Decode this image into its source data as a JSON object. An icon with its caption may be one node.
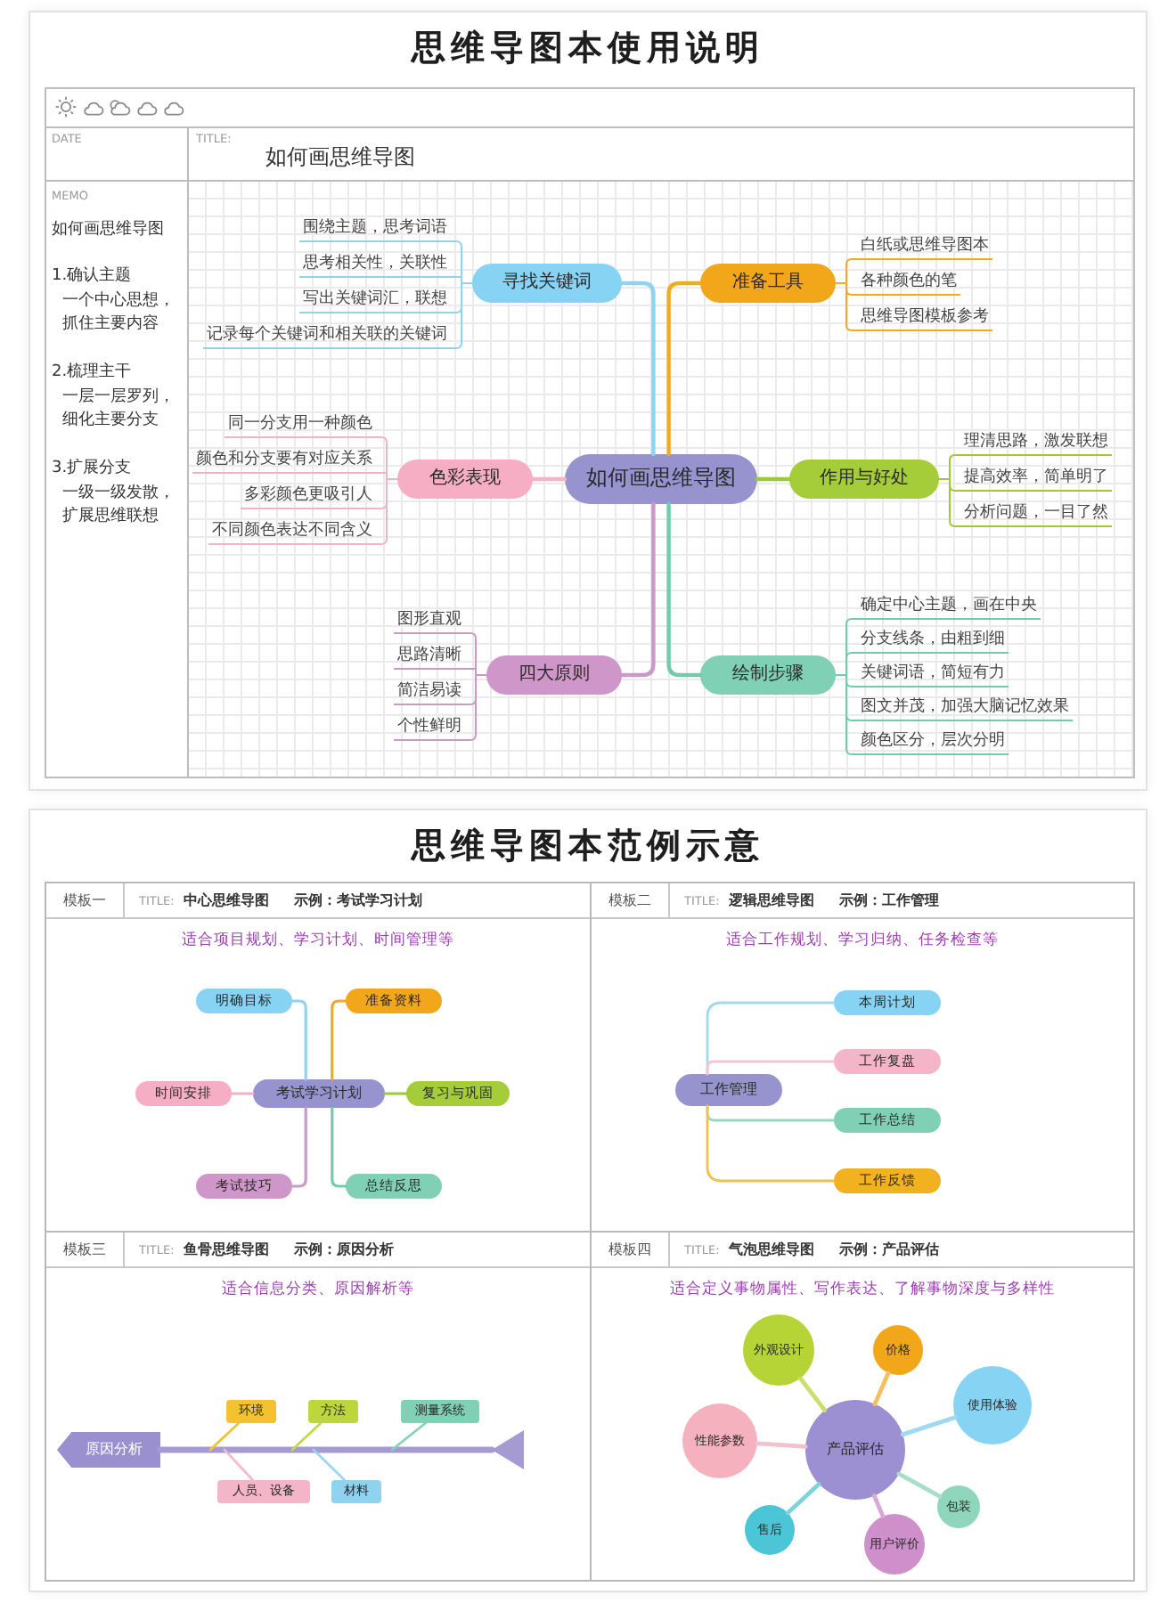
{
  "diagram": {
    "nodes": [
      {
        "text": [
          "思维导图本使用说明"
        ]
      },
      {
        "text": [
          "如何画思维导图"
        ],
        "in": 0
      },
      {
        "text": [
          "寻找关键词"
        ],
        "in": 0
      },
      {
        "text": [
          "围绕主题，思考词语"
        ],
        "in": 0
      },
      {
        "text": [
          "思考相关性，关联性"
        ],
        "in": 0
      },
      {
        "text": [
          "写出关键词汇，联想"
        ],
        "in": 0
      },
      {
        "text": [
          "记录每个关键词和相关联的关键词"
        ],
        "in": 0
      },
      {
        "text": [
          "准备工具"
        ],
        "in": 0
      },
      {
        "text": [
          "白纸或思维导图本"
        ],
        "in": 0
      },
      {
        "text": [
          "各种颜色的笔"
        ],
        "in": 0
      },
      {
        "text": [
          "思维导图模板参考"
        ],
        "in": 0
      },
      {
        "text": [
          "色彩表现"
        ],
        "in": 0
      },
      {
        "text": [
          "同一分支用一种颜色"
        ],
        "in": 0
      },
      {
        "text": [
          "颜色和分支要有对应关系"
        ],
        "in": 0
      },
      {
        "text": [
          "多彩颜色更吸引人"
        ],
        "in": 0
      },
      {
        "text": [
          "不同颜色表达不同含义"
        ],
        "in": 0
      },
      {
        "text": [
          "作用与好处"
        ],
        "in": 0
      },
      {
        "text": [
          "理清思路，激发联想"
        ],
        "in": 0
      },
      {
        "text": [
          "提高效率，简单明了"
        ],
        "in": 0
      },
      {
        "text": [
          "分析问题，一目了然"
        ],
        "in": 0
      },
      {
        "text": [
          "四大原则"
        ],
        "in": 0
      },
      {
        "text": [
          "图形直观"
        ],
        "in": 0
      },
      {
        "text": [
          "思路清晰"
        ],
        "in": 0
      },
      {
        "text": [
          "简洁易读"
        ],
        "in": 0
      },
      {
        "text": [
          "个性鲜明"
        ],
        "in": 0
      },
      {
        "text": [
          "绘制步骤"
        ],
        "in": 0
      },
      {
        "text": [
          "确定中心主题，画在中央"
        ],
        "in": 0
      },
      {
        "text": [
          "分支线条，由粗到细"
        ],
        "in": 0
      },
      {
        "text": [
          "关键词语，简短有力"
        ],
        "in": 0
      },
      {
        "text": [
          "图文并茂，加强大脑记忆效果"
        ],
        "in": 0
      },
      {
        "text": [
          "颜色区分，层次分明"
        ],
        "in": 0
      },
      {
        "text": [
          "思维导图本范例示意"
        ]
      },
      {
        "text": [
          "模板一",
          "TITLE:",
          "中心思维导图",
          "示例：考试学习计划",
          "适合项目规划、学习计划、时间管理等"
        ],
        "in": 31
      },
      {
        "text": [
          "考试学习计划"
        ],
        "in": 32
      },
      {
        "text": [
          "明确目标"
        ],
        "in": 32
      },
      {
        "text": [
          "准备资料"
        ],
        "in": 32
      },
      {
        "text": [
          "时间安排"
        ],
        "in": 32
      },
      {
        "text": [
          "复习与巩固"
        ],
        "in": 32
      },
      {
        "text": [
          "考试技巧"
        ],
        "in": 32
      },
      {
        "text": [
          "总结反思"
        ],
        "in": 32
      },
      {
        "text": [
          "模板二",
          "TITLE:",
          "逻辑思维导图",
          "示例：工作管理",
          "适合工作规划、学习归纳、任务检查等"
        ],
        "in": 31
      },
      {
        "text": [
          "工作管理"
        ],
        "in": 40
      },
      {
        "text": [
          "本周计划"
        ],
        "in": 40
      },
      {
        "text": [
          "工作复盘"
        ],
        "in": 40
      },
      {
        "text": [
          "工作总结"
        ],
        "in": 40
      },
      {
        "text": [
          "工作反馈"
        ],
        "in": 40
      },
      {
        "text": [
          "模板三",
          "TITLE:",
          "鱼骨思维导图",
          "示例：原因分析",
          "适合信息分类、原因解析等"
        ],
        "in": 31
      },
      {
        "text": [
          "原因分析"
        ],
        "in": 46
      },
      {
        "text": [],
        "shape": "triangle",
        "in": 46
      },
      {
        "text": [
          "环境"
        ],
        "in": 46
      },
      {
        "text": [
          "方法"
        ],
        "in": 46
      },
      {
        "text": [
          "测量系统"
        ],
        "in": 46
      },
      {
        "text": [
          "人员、设备"
        ],
        "in": 46
      },
      {
        "text": [
          "材料"
        ],
        "in": 46
      },
      {
        "text": [
          "模板四",
          "TITLE:",
          "气泡思维导图",
          "示例：产品评估",
          "适合定义事物属性、写作表达、了解事物深度与多样性"
        ],
        "in": 31
      },
      {
        "text": [
          "产品评估"
        ],
        "in": 54
      },
      {
        "text": [
          "外观设计"
        ],
        "in": 54
      },
      {
        "text": [
          "价格"
        ],
        "in": 54
      },
      {
        "text": [
          "使用体验"
        ],
        "in": 54
      },
      {
        "text": [
          "性能参数"
        ],
        "in": 54
      },
      {
        "text": [
          "包装"
        ],
        "in": 54
      },
      {
        "text": [
          "售后"
        ],
        "in": 54
      },
      {
        "text": [
          "用户评价"
        ],
        "in": 54
      }
    ],
    "edges": [
      {
        "from": 1,
        "to": 2,
        "arrow": "none",
        "color": "#8fd3f0"
      },
      {
        "from": 2,
        "to": 3,
        "arrow": "none",
        "color": "#8fd3f0"
      },
      {
        "from": 2,
        "to": 4,
        "arrow": "none",
        "color": "#8fd3f0"
      },
      {
        "from": 2,
        "to": 5,
        "arrow": "none",
        "color": "#8fd3f0"
      },
      {
        "from": 2,
        "to": 6,
        "arrow": "none",
        "color": "#8fd3f0"
      },
      {
        "from": 1,
        "to": 7,
        "arrow": "none",
        "color": "#efac22"
      },
      {
        "from": 7,
        "to": 8,
        "arrow": "none",
        "color": "#efac22"
      },
      {
        "from": 7,
        "to": 9,
        "arrow": "none",
        "color": "#efac22"
      },
      {
        "from": 7,
        "to": 10,
        "arrow": "none",
        "color": "#efac22"
      },
      {
        "from": 1,
        "to": 11,
        "arrow": "none",
        "color": "#f0b3c7"
      },
      {
        "from": 11,
        "to": 12,
        "arrow": "none",
        "color": "#f0b3c7"
      },
      {
        "from": 11,
        "to": 13,
        "arrow": "none",
        "color": "#f0b3c7"
      },
      {
        "from": 11,
        "to": 14,
        "arrow": "none",
        "color": "#f0b3c7"
      },
      {
        "from": 11,
        "to": 15,
        "arrow": "none",
        "color": "#f0b3c7"
      },
      {
        "from": 1,
        "to": 16,
        "arrow": "none",
        "color": "#9cc83a"
      },
      {
        "from": 16,
        "to": 17,
        "arrow": "none",
        "color": "#9cc83a"
      },
      {
        "from": 16,
        "to": 18,
        "arrow": "none",
        "color": "#9cc83a"
      },
      {
        "from": 16,
        "to": 19,
        "arrow": "none",
        "color": "#9cc83a"
      },
      {
        "from": 1,
        "to": 20,
        "arrow": "none",
        "color": "#cc98c8"
      },
      {
        "from": 20,
        "to": 21,
        "arrow": "none",
        "color": "#cc98c8"
      },
      {
        "from": 20,
        "to": 22,
        "arrow": "none",
        "color": "#cc98c8"
      },
      {
        "from": 20,
        "to": 23,
        "arrow": "none",
        "color": "#cc98c8"
      },
      {
        "from": 20,
        "to": 24,
        "arrow": "none",
        "color": "#cc98c8"
      },
      {
        "from": 1,
        "to": 25,
        "arrow": "none",
        "color": "#74cbac"
      },
      {
        "from": 25,
        "to": 26,
        "arrow": "none",
        "color": "#74cbac"
      },
      {
        "from": 25,
        "to": 27,
        "arrow": "none",
        "color": "#74cbac"
      },
      {
        "from": 25,
        "to": 28,
        "arrow": "none",
        "color": "#74cbac"
      },
      {
        "from": 25,
        "to": 29,
        "arrow": "none",
        "color": "#74cbac"
      },
      {
        "from": 25,
        "to": 30,
        "arrow": "none",
        "color": "#74cbac"
      },
      {
        "from": 33,
        "to": 34,
        "arrow": "none",
        "color": "#8fd3f0"
      },
      {
        "from": 33,
        "to": 35,
        "arrow": "none",
        "color": "#efac22"
      },
      {
        "from": 33,
        "to": 36,
        "arrow": "none",
        "color": "#f0b3c7"
      },
      {
        "from": 33,
        "to": 37,
        "arrow": "none",
        "color": "#9cc83a"
      },
      {
        "from": 33,
        "to": 38,
        "arrow": "none",
        "color": "#cc98c8"
      },
      {
        "from": 33,
        "to": 39,
        "arrow": "none",
        "color": "#74cbac"
      },
      {
        "from": 41,
        "to": 42,
        "arrow": "none",
        "color": "#9fd9f2"
      },
      {
        "from": 41,
        "to": 43,
        "arrow": "none",
        "color": "#f3c4d2"
      },
      {
        "from": 41,
        "to": 44,
        "arrow": "none",
        "color": "#95d8c0"
      },
      {
        "from": 41,
        "to": 45,
        "arrow": "none",
        "color": "#f2c04e"
      },
      {
        "from": 47,
        "to": 48,
        "arrow": "none",
        "style": "thick",
        "color": "#a59bd2"
      },
      {
        "from": 49,
        "to": null,
        "arrow": "none",
        "color": "#f0c43a"
      },
      {
        "from": 50,
        "to": null,
        "arrow": "none",
        "color": "#c2da4a"
      },
      {
        "from": 51,
        "to": null,
        "arrow": "none",
        "color": "#86d2b8"
      },
      {
        "from": 52,
        "to": null,
        "arrow": "none",
        "color": "#f2bccd"
      },
      {
        "from": 53,
        "to": null,
        "arrow": "none",
        "color": "#9dd6f0"
      },
      {
        "from": 55,
        "to": 56,
        "arrow": "none",
        "color": "#c9df6a"
      },
      {
        "from": 55,
        "to": 57,
        "arrow": "none",
        "color": "#f3c061"
      },
      {
        "from": 55,
        "to": 58,
        "arrow": "none",
        "color": "#9fd9f2"
      },
      {
        "from": 55,
        "to": 59,
        "arrow": "none",
        "color": "#f3c1cc"
      },
      {
        "from": 55,
        "to": 60,
        "arrow": "none",
        "color": "#a9dec9"
      },
      {
        "from": 55,
        "to": 61,
        "arrow": "none",
        "color": "#7fd2dc"
      },
      {
        "from": 55,
        "to": 62,
        "arrow": "none",
        "color": "#d9a8d5"
      }
    ],
    "labels": [
      "DATE",
      "TITLE:",
      "如何画思维导图",
      "MEMO",
      "如何画思维导图",
      "1.确认主题",
      "一个中心思想，抓住主要内容",
      "2.梳理主干",
      "一层一层罗列，细化主要分支",
      "3.扩展分支",
      "一级一级发散，扩展思维联想"
    ]
  }
}
